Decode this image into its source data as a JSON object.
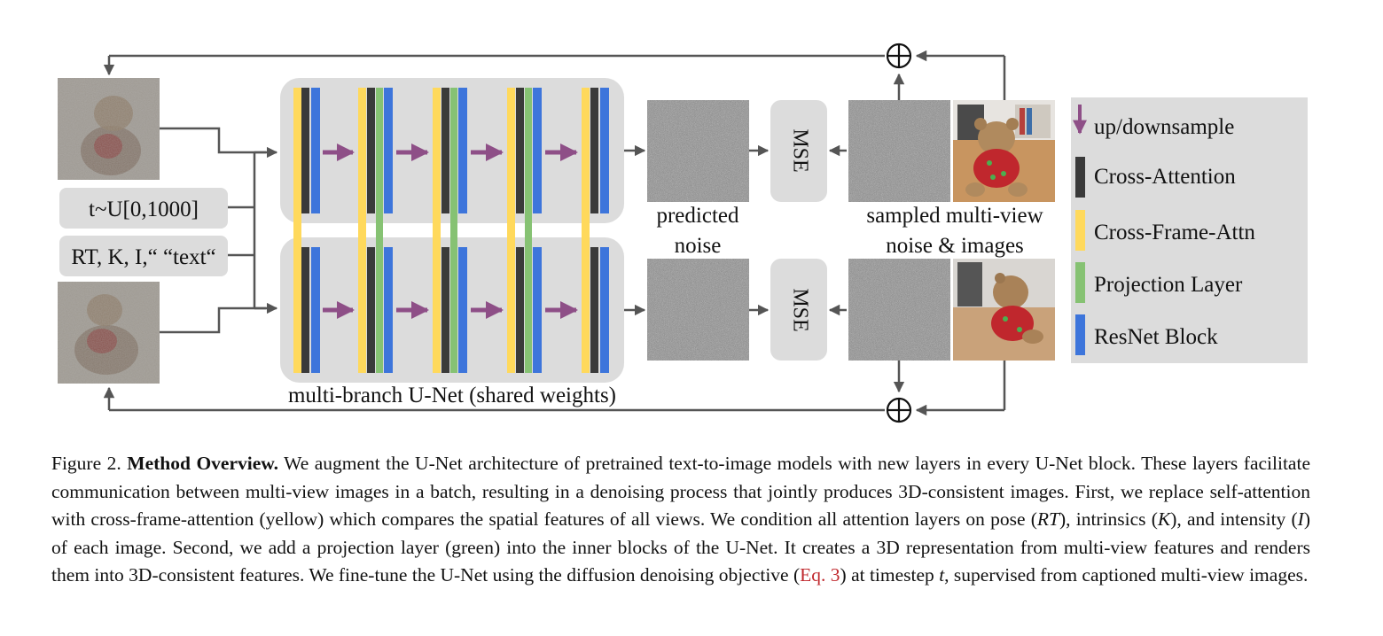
{
  "figure": {
    "inputs": {
      "timestep": "t~U[0,1000]",
      "conditioning": "RT, K, I,“ “text“"
    },
    "unet_label": "multi-branch U-Net (shared weights)",
    "predicted_noise_label_line1": "predicted",
    "predicted_noise_label_line2": "noise",
    "loss_label": "MSE",
    "sampled_label_line1": "sampled multi-view",
    "sampled_label_line2": "noise & images",
    "legend": [
      {
        "label": "up/downsample",
        "color": "#8e4f87",
        "icon": "down-arrow-icon"
      },
      {
        "label": "Cross-Attention",
        "color": "#3a3a3a",
        "icon": "cross-attention-swatch"
      },
      {
        "label": "Cross-Frame-Attn",
        "color": "#ffd95c",
        "icon": "cross-frame-attn-swatch"
      },
      {
        "label": "Projection Layer",
        "color": "#86c273",
        "icon": "projection-layer-swatch"
      },
      {
        "label": "ResNet Block",
        "color": "#3d75db",
        "icon": "resnet-block-swatch"
      }
    ],
    "colors": {
      "panel_gray": "#dcdcdc",
      "arrow_gray": "#555555",
      "black_layer": "#3a3a3a",
      "yellow_layer": "#ffd95c",
      "green_layer": "#86c273",
      "blue_layer": "#3d75db",
      "purple_arrow": "#8e4f87"
    }
  },
  "caption": {
    "figure_number": "Figure 2.",
    "title": "Method Overview.",
    "text_1": "We augment the U-Net architecture of pretrained text-to-image models with new layers in every U-Net block. These layers facilitate communication between multi-view images in a batch, resulting in a denoising process that jointly produces 3D-consistent images. First, we replace self-attention with cross-frame-attention (yellow) which compares the spatial features of all views. We condition all attention layers on pose (",
    "math_rt": "RT",
    "text_2": "), intrinsics (",
    "math_k": "K",
    "text_3": "), and intensity (",
    "math_i": "I",
    "text_4": ") of each image. Second, we add a projection layer (green) into the inner blocks of the U-Net. It creates a 3D representation from multi-view features and renders them into 3D-consistent features. We fine-tune the U-Net using the diffusion denoising objective (",
    "ref": "Eq. 3",
    "text_5": ") at timestep ",
    "math_t": "t",
    "text_6": ", supervised from captioned multi-view images."
  }
}
